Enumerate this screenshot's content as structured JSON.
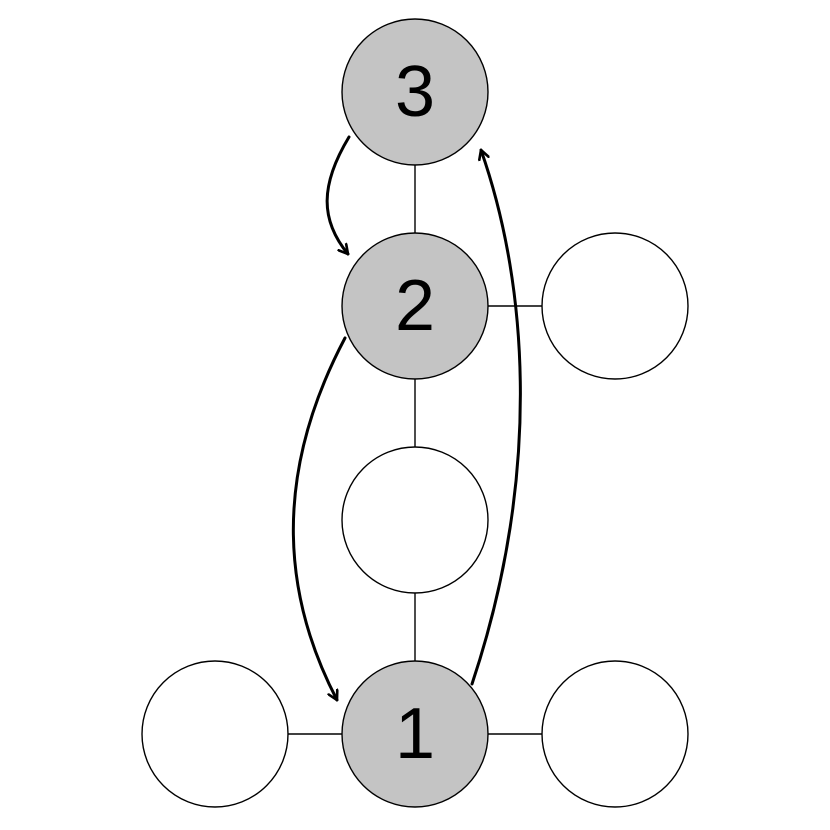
{
  "colors": {
    "highlighted_fill": "#c4c4c4",
    "plain_fill": "#ffffff",
    "stroke": "#000000"
  },
  "nodes": [
    {
      "id": "n3",
      "label": "3",
      "highlighted": true
    },
    {
      "id": "n2",
      "label": "2",
      "highlighted": true
    },
    {
      "id": "n-right-of-2",
      "label": "",
      "highlighted": false
    },
    {
      "id": "n-middle",
      "label": "",
      "highlighted": false
    },
    {
      "id": "n-left-of-1",
      "label": "",
      "highlighted": false
    },
    {
      "id": "n1",
      "label": "1",
      "highlighted": true
    },
    {
      "id": "n-right-of-1",
      "label": "",
      "highlighted": false
    }
  ],
  "edges": [
    {
      "from": "n3",
      "to": "n2"
    },
    {
      "from": "n2",
      "to": "n-right-of-2"
    },
    {
      "from": "n2",
      "to": "n-middle"
    },
    {
      "from": "n-middle",
      "to": "n1"
    },
    {
      "from": "n-left-of-1",
      "to": "n1"
    },
    {
      "from": "n1",
      "to": "n-right-of-1"
    }
  ],
  "arrows": [
    {
      "from": "n3",
      "to": "n2"
    },
    {
      "from": "n2",
      "to": "n1"
    },
    {
      "from": "n1",
      "to": "n3"
    }
  ]
}
